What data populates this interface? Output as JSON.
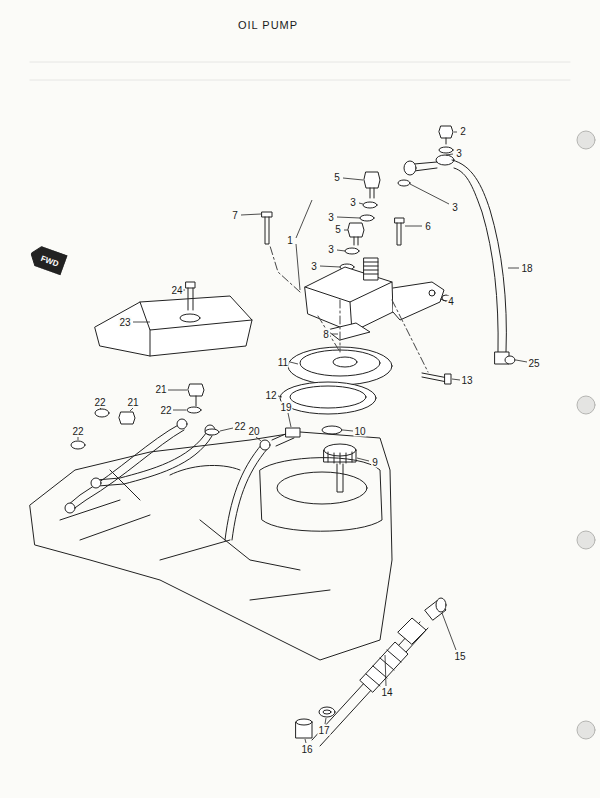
{
  "diagram": {
    "title": "OIL PUMP",
    "nodes": [
      {
        "text": [
          "FWD"
        ]
      }
    ],
    "labels": [
      "2",
      "3",
      "3",
      "5",
      "3",
      "3",
      "7",
      "6",
      "5",
      "1",
      "3",
      "3",
      "18",
      "4",
      "24",
      "23",
      "8",
      "25",
      "11",
      "13",
      "21",
      "12",
      "22",
      "21",
      "22",
      "19",
      "22",
      "10",
      "20",
      "22",
      "9",
      "15",
      "14",
      "17",
      "16"
    ]
  }
}
